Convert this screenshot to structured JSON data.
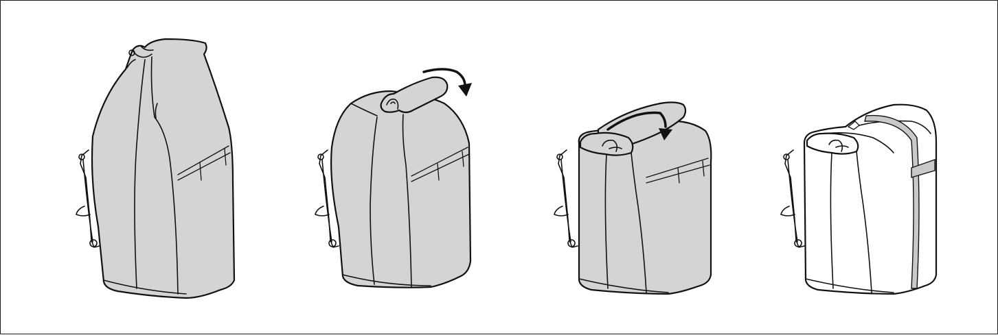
{
  "figure": {
    "colors": {
      "outline": "#111111",
      "cover_fill": "#d4d4d6",
      "bag_fill": "#ffffff",
      "strap_fill": "#c9c9cb",
      "background": "#ffffff"
    },
    "steps": [
      {
        "id": 1,
        "state": "cover unrolled upward",
        "arrow": "none"
      },
      {
        "id": 2,
        "state": "cover top folded forward",
        "arrow": "curved-clockwise"
      },
      {
        "id": 3,
        "state": "cover rolled over top",
        "arrow": "curved-clockwise"
      },
      {
        "id": 4,
        "state": "cover stowed, bag uncovered",
        "arrow": "none"
      }
    ]
  }
}
